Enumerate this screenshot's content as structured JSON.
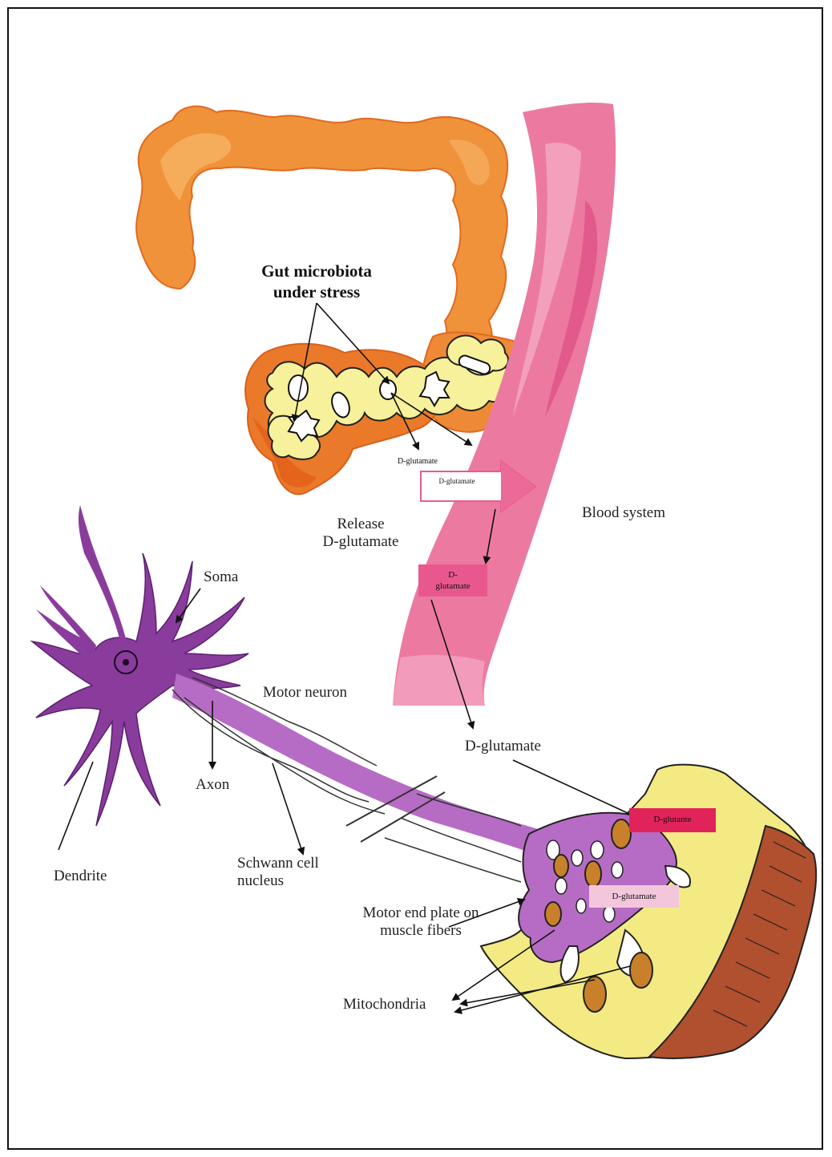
{
  "labels": {
    "gut_line1": "Gut microbiota",
    "gut_line2": "under stress",
    "dglu_small1": "D-glutamate",
    "dglu_arrow": "D-glutamate",
    "release_line1": "Release",
    "release_line2": "D-glutamate",
    "blood_system": "Blood system",
    "dglu_box_line1": "D-",
    "dglu_box_line2": "glutamate",
    "soma": "Soma",
    "motor_neuron": "Motor neuron",
    "axon": "Axon",
    "d_glutamate_main": "D-glutamate",
    "dglu_red_box": "D-glutante",
    "dglu_pink_box": "D-glutamate",
    "dendrite": "Dendrite",
    "schwann_line1": "Schwann cell",
    "schwann_line2": "nucleus",
    "endplate_line1": "Motor end plate on",
    "endplate_line2": "muscle fibers",
    "mitochondria": "Mitochondria"
  },
  "colors": {
    "colon": "#f0923a",
    "colon_dark": "#e8651e",
    "colon_light": "#f7b86a",
    "villi": "#f6f19a",
    "blood": "#ec7aa0",
    "blood_light": "#f5aac4",
    "blood_dark": "#dc4a80",
    "neuron": "#8a3c9c",
    "neuron_light": "#c58fd0",
    "muscle_yellow": "#f3ea84",
    "muscle_brown": "#b0502e",
    "red_box": "#e0245a",
    "pink_box": "#f3c6dc",
    "box_blood": "#e8588e"
  }
}
